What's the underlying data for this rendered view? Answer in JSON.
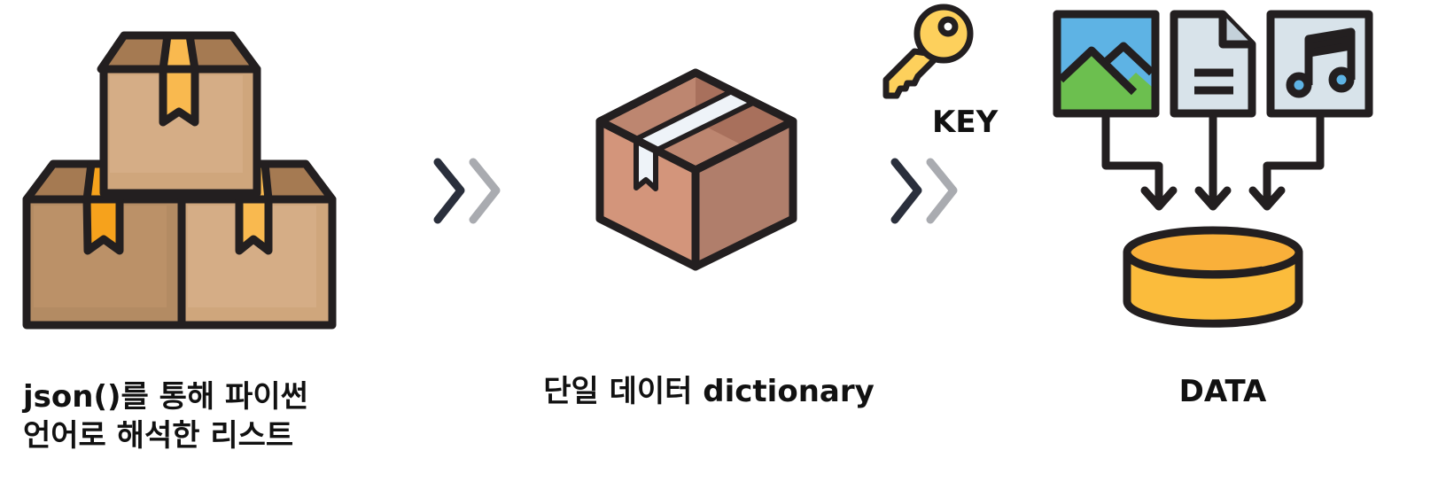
{
  "captions": {
    "list_line1": "json()를 통해 파이썬",
    "list_line2": "언어로 해석한 리스트",
    "dict": "단일 데이터 dictionary",
    "data": "DATA"
  },
  "key_label": "KEY",
  "colors": {
    "outline": "#231f20",
    "box_front": "#b38b63",
    "box_light": "#cfa67c",
    "box_top": "#a57a52",
    "tape": "#f6a21c",
    "tape_light": "#f9b94f",
    "single_box_front": "#d3957b",
    "single_box_side": "#b07e6b",
    "single_box_top": "#bd8670",
    "key": "#fdd05c",
    "arrow_dark": "#2a2f3c",
    "arrow_light": "#a9abb0",
    "sky": "#5eb3e4",
    "hills": "#6cbf4f",
    "doc": "#d8e3ea",
    "disk": "#fbbc3c"
  }
}
